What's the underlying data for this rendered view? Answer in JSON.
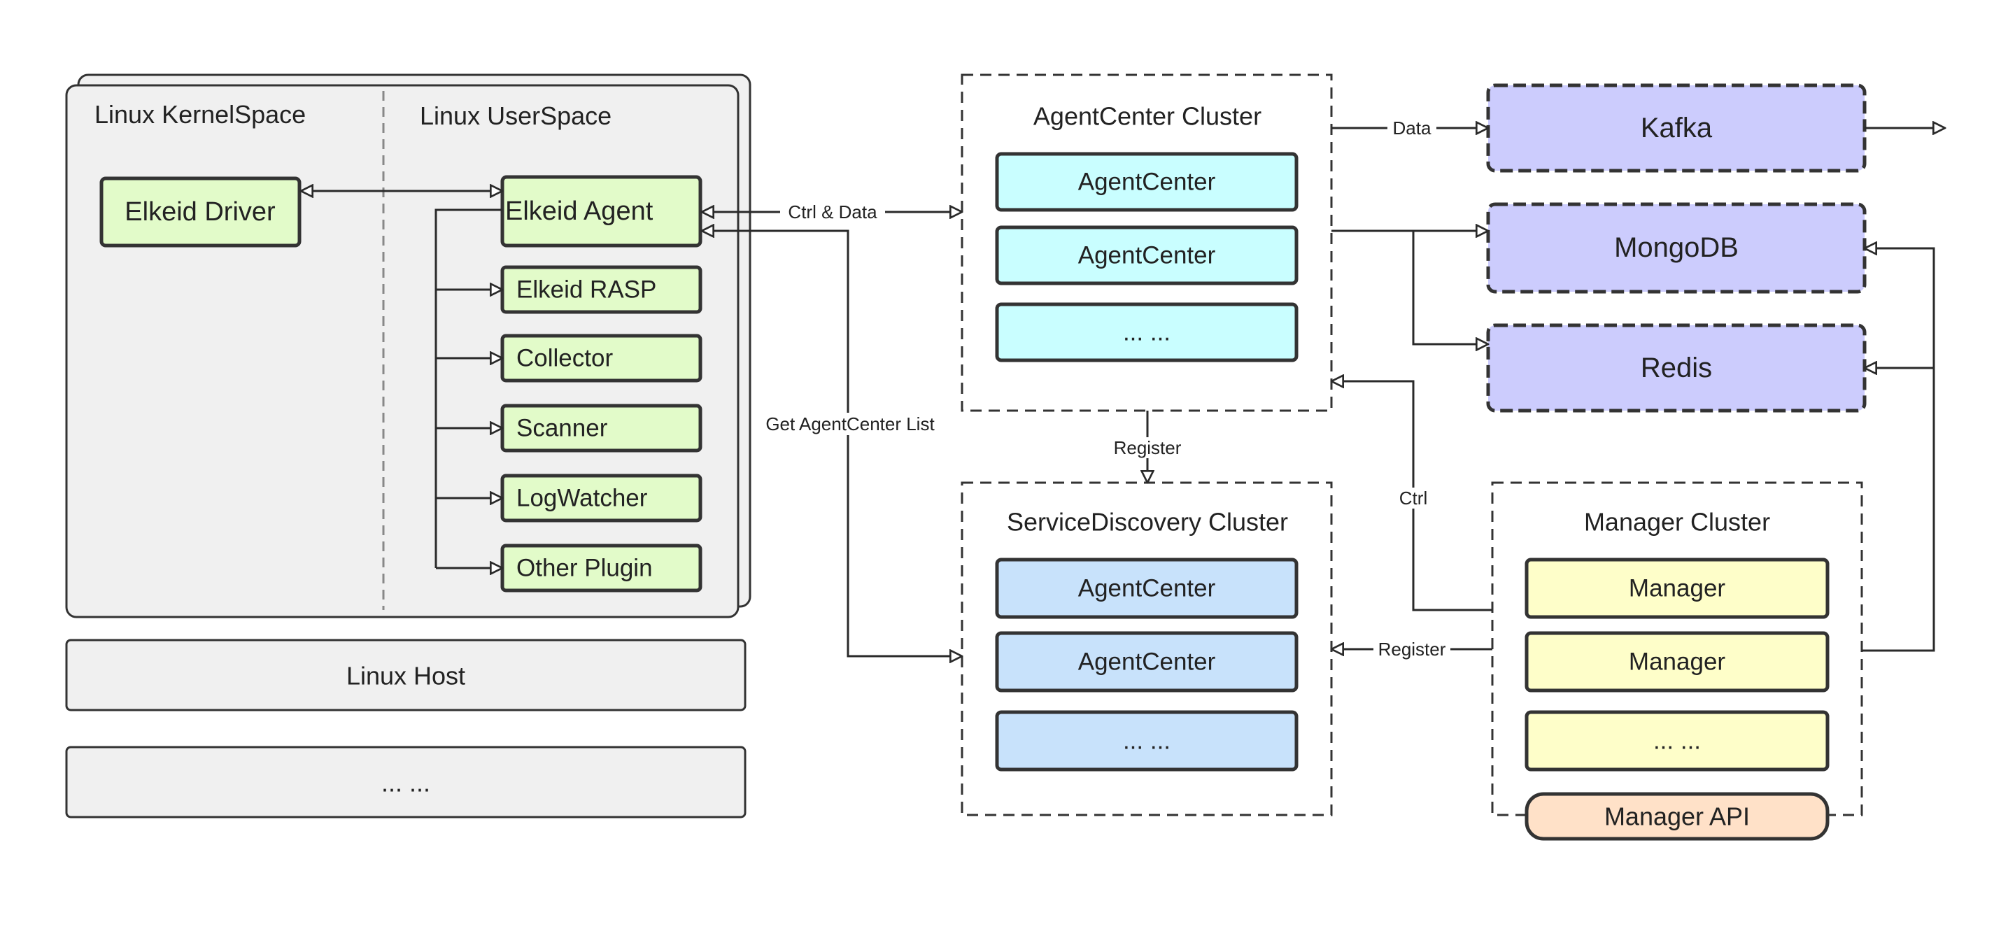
{
  "colors": {
    "green": "#e2fbc9",
    "cyan": "#c9feff",
    "blue": "#c8e2fb",
    "purple": "#ccccfd",
    "yellow": "#fefec9",
    "orange": "#ffe1c8",
    "panel_gray": "#f0f0f0",
    "stroke": "#333333"
  },
  "host": {
    "kernel_label": "Linux KernelSpace",
    "user_label": "Linux UserSpace",
    "driver": "Elkeid Driver",
    "agent": "Elkeid Agent",
    "plugins": [
      "Elkeid RASP",
      "Collector",
      "Scanner",
      "LogWatcher",
      "Other Plugin"
    ],
    "host_label": "Linux Host",
    "more_label": "... ..."
  },
  "agentcenter_cluster": {
    "title": "AgentCenter Cluster",
    "items": [
      "AgentCenter",
      "AgentCenter",
      "... ..."
    ]
  },
  "servicediscovery_cluster": {
    "title": "ServiceDiscovery Cluster",
    "items": [
      "AgentCenter",
      "AgentCenter",
      "... ..."
    ]
  },
  "manager_cluster": {
    "title": "Manager Cluster",
    "items": [
      "Manager",
      "Manager",
      "... ..."
    ],
    "api": "Manager API"
  },
  "stores": {
    "kafka": "Kafka",
    "mongodb": "MongoDB",
    "redis": "Redis"
  },
  "edge_labels": {
    "ctrl_data": "Ctrl & Data",
    "data": "Data",
    "get_list": "Get AgentCenter List",
    "register_ac": "Register",
    "ctrl": "Ctrl",
    "register_mgr": "Register"
  }
}
